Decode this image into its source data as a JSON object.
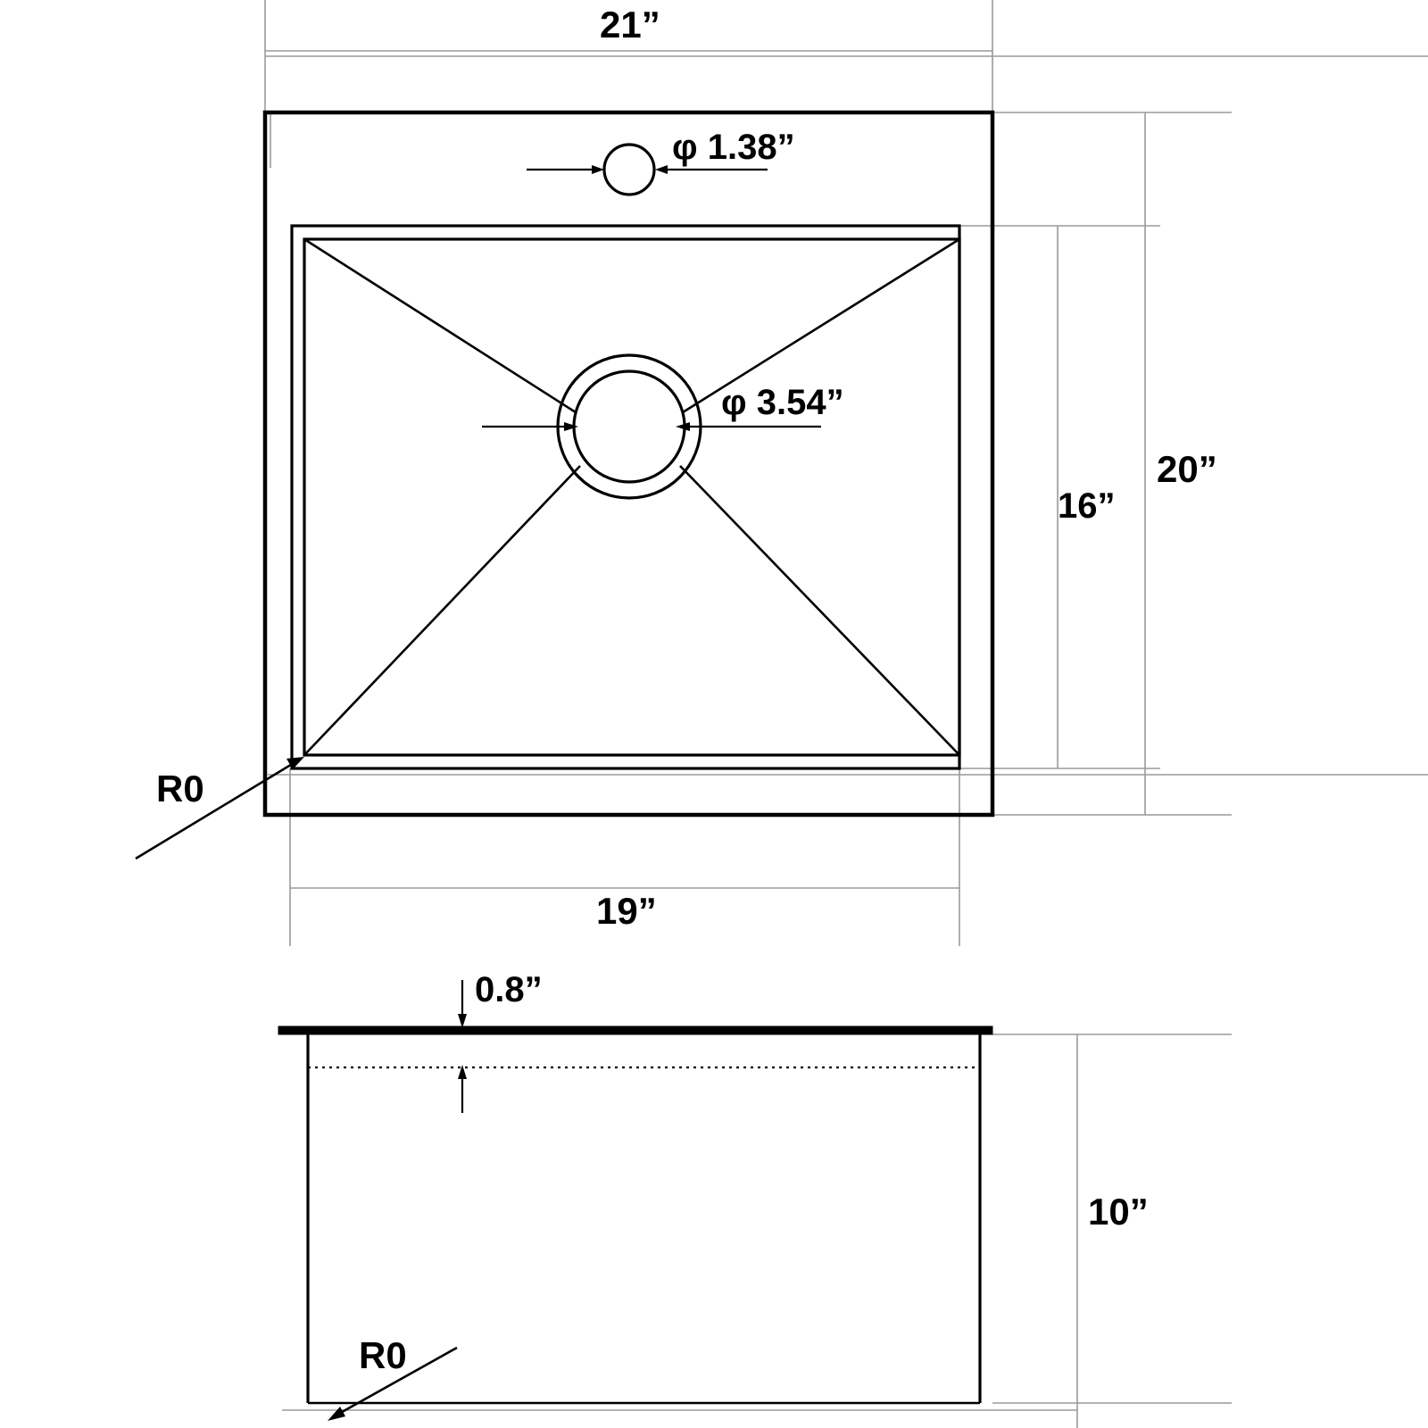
{
  "drawing": {
    "title_present": false,
    "units": "inches",
    "background_color": "#ffffff",
    "line_color": "#000000",
    "extension_line_color": "#9a9a9a"
  },
  "top_view": {
    "name": "top-view",
    "dimensions": {
      "overall_width": "21”",
      "overall_depth": "20”",
      "basin_width": "19”",
      "basin_depth": "16”",
      "faucet_hole_diameter": "φ 1.38”",
      "drain_hole_diameter": "φ 3.54”",
      "corner_radius": "R0"
    }
  },
  "section_view": {
    "name": "section-view",
    "dimensions": {
      "rim_thickness": "0.8”",
      "basin_depth": "10”",
      "corner_radius": "R0"
    }
  },
  "labels": {
    "width_21": "21”",
    "depth_20": "20”",
    "basin_width_19": "19”",
    "basin_depth_16": "16”",
    "faucet_dia": "φ 1.38”",
    "drain_dia": "φ 3.54”",
    "radius_top": "R0",
    "radius_section": "R0",
    "rim_thickness": "0.8”",
    "height_10": "10”"
  }
}
